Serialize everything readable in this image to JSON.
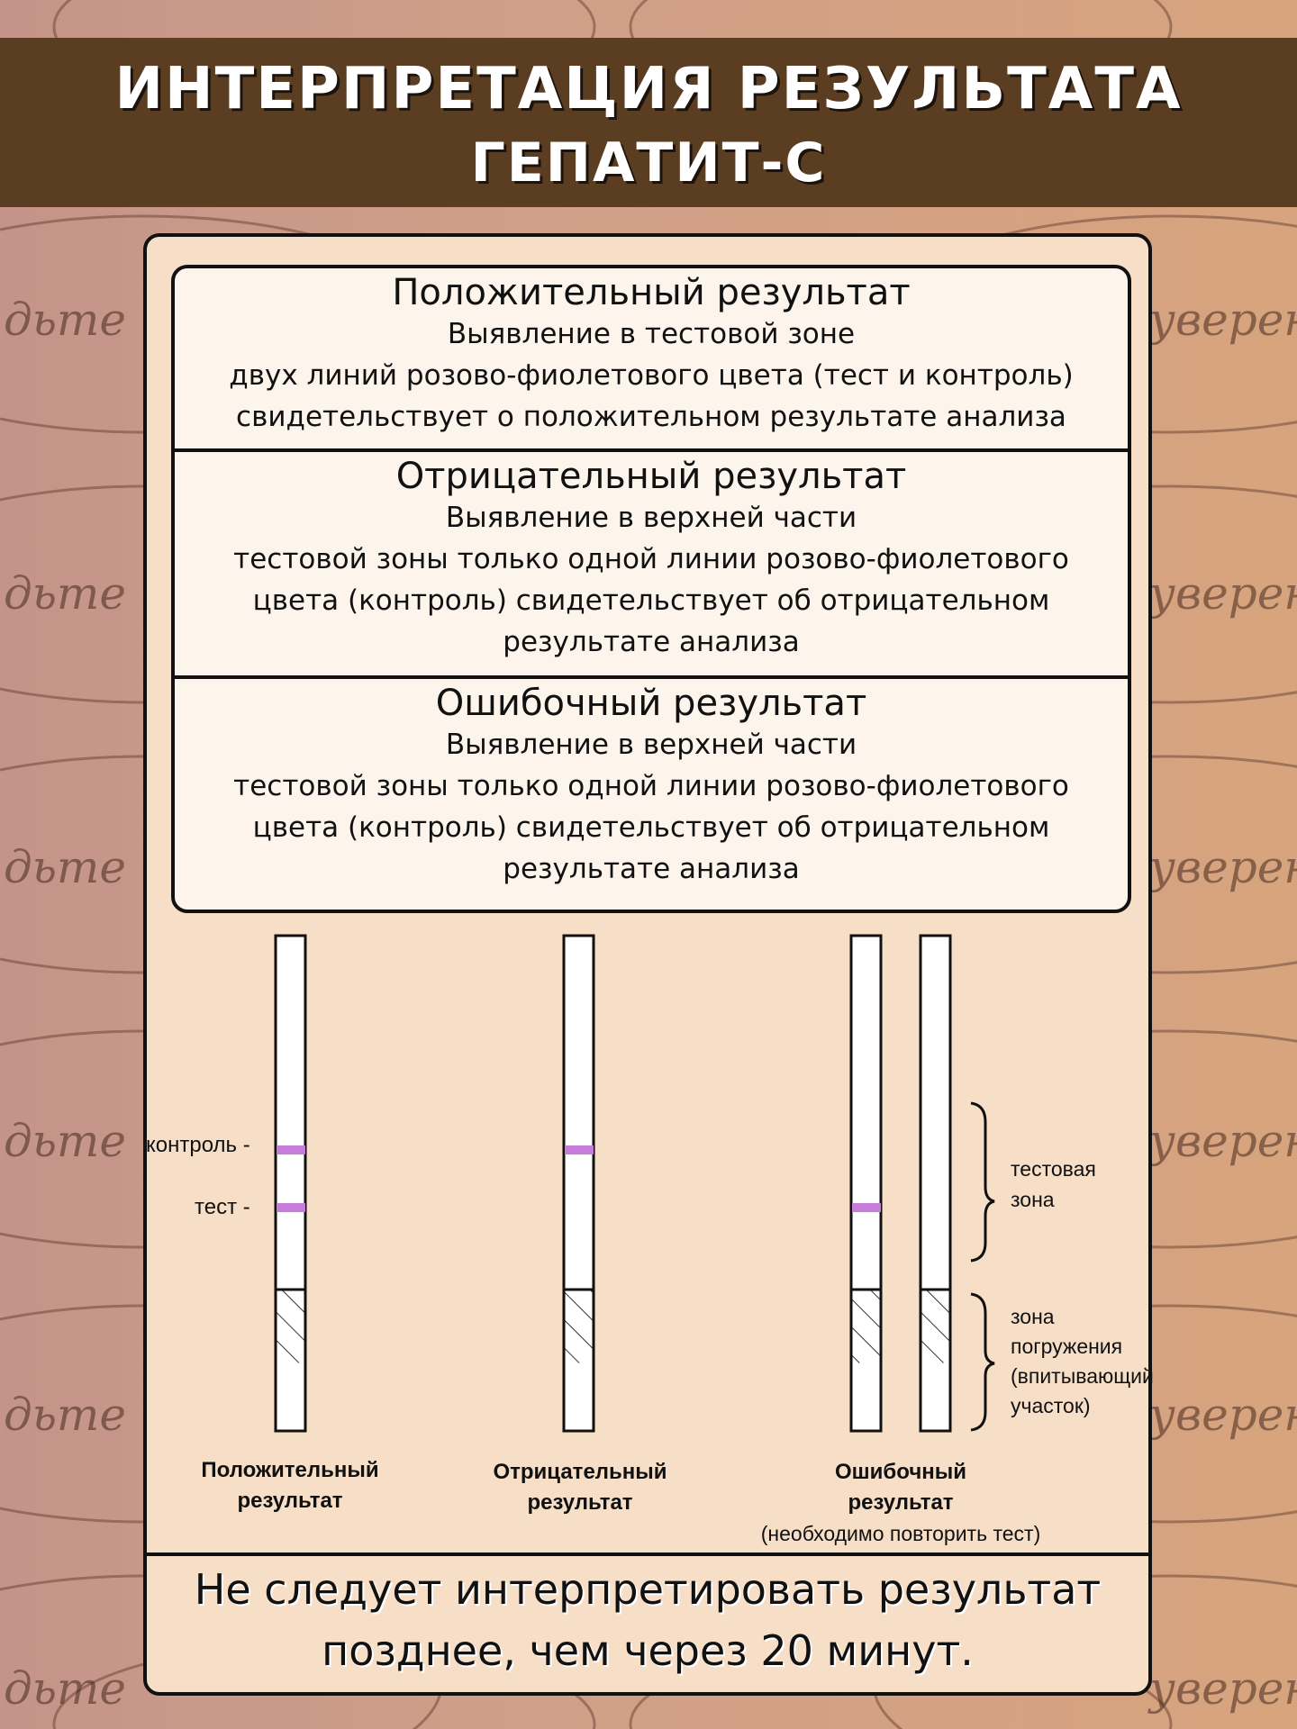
{
  "header": {
    "title": "ИНТЕРПРЕТАЦИЯ РЕЗУЛЬТАТА",
    "subtitle": "ГЕПАТИТ-С"
  },
  "watermark": {
    "left_text": "дьте",
    "right_text": "уверен"
  },
  "sections": [
    {
      "title": "Положительный результат",
      "lines": [
        "Выявление в тестовой зоне",
        "двух линий розово-фиолетового цвета (тест и контроль)",
        "свидетельствует о положительном результате анализа"
      ]
    },
    {
      "title": "Отрицательный результат",
      "lines": [
        "Выявление в верхней части",
        "тестовой зоны только одной линии розово-фиолетового",
        "цвета (контроль) свидетельствует об отрицательном",
        "результате анализа"
      ]
    },
    {
      "title": "Ошибочный результат",
      "lines": [
        "Выявление в верхней части",
        "тестовой зоны только одной линии розово-фиолетового",
        "цвета (контроль) свидетельствует об отрицательном",
        "результате анализа"
      ]
    }
  ],
  "diagram": {
    "control_label": "контроль -",
    "test_label": "тест -",
    "test_zone_label": [
      "тестовая",
      "зона"
    ],
    "immersion_zone_label": [
      "зона",
      "погружения",
      "(впитывающий",
      "участок)"
    ],
    "strip_captions": [
      {
        "lines": [
          "Положительный",
          "результат"
        ]
      },
      {
        "lines": [
          "Отрицательный",
          "результат"
        ]
      },
      {
        "lines": [
          "Ошибочный",
          "результат"
        ],
        "note": "(необходимо повторить тест)"
      }
    ],
    "line_color": "#c77ddc"
  },
  "footer": {
    "lines": [
      "Не следует интерпретировать результат",
      "позднее, чем через 20 минут."
    ]
  }
}
